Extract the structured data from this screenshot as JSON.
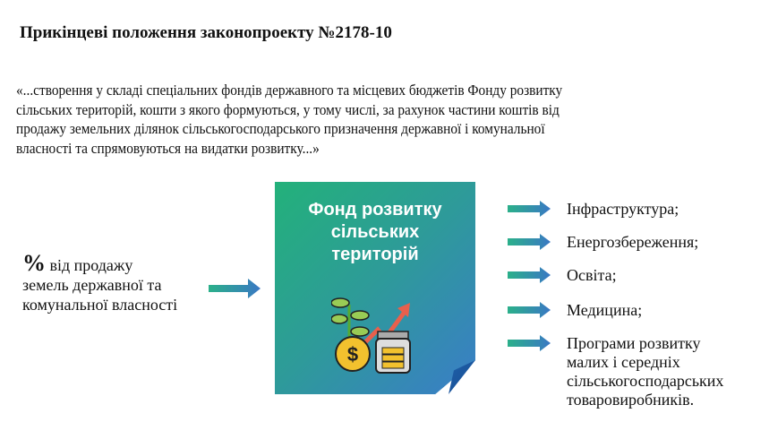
{
  "title": "Прикінцеві положення законопроекту №2178-10",
  "quote_lines": [
    "«...створення у складі спеціальних фондів державного та місцевих бюджетів Фонду розвитку",
    "сільських територій, кошти з якого формуються, у тому числі, за рахунок частини коштів від",
    "продажу земельних ділянок сільськогосподарського призначення державної і комунальної",
    "власності та спрямовуються на видатки розвитку...»"
  ],
  "source": {
    "percent_sign": "%",
    "lines": [
      " від продажу",
      "земель державної та",
      "комунальної власності"
    ]
  },
  "fund": {
    "title_lines": [
      "Фонд розвитку",
      "сільських",
      "територій"
    ],
    "icon": "plant-coin-jar-growth-icon"
  },
  "directions": [
    "Інфраструктура;",
    "Енергозбереження;",
    "Освіта;",
    "Медицина;",
    "Програми розвитку\nмалих і середніх\nсільськогосподарських\nтоваровиробників."
  ],
  "colors": {
    "fund_start": "#23b17a",
    "fund_end": "#3a7dc8"
  }
}
